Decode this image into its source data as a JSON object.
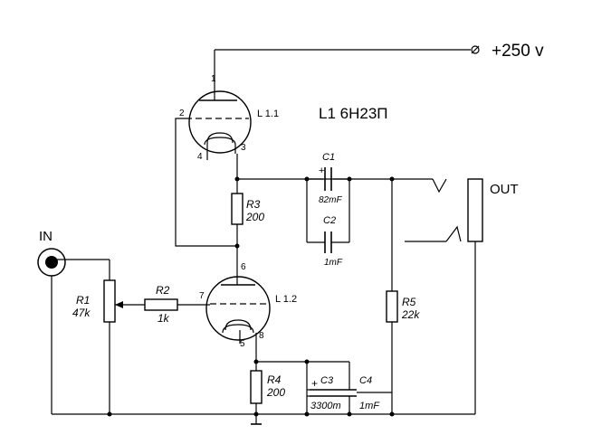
{
  "supply": {
    "label": "+250 v"
  },
  "tube_title": "L1 6H23П",
  "tubes": {
    "upper": {
      "name": "L 1.1",
      "pins": [
        "1",
        "2",
        "3",
        "4"
      ]
    },
    "lower": {
      "name": "L 1.2",
      "pins": [
        "6",
        "7",
        "5",
        "8"
      ]
    }
  },
  "input": {
    "label": "IN"
  },
  "output": {
    "label": "OUT"
  },
  "resistors": [
    {
      "ref": "R1",
      "value": "47k"
    },
    {
      "ref": "R2",
      "value": "1k"
    },
    {
      "ref": "R3",
      "value": "200"
    },
    {
      "ref": "R4",
      "value": "200"
    },
    {
      "ref": "R5",
      "value": "22k"
    }
  ],
  "capacitors": [
    {
      "ref": "C1",
      "value": "82mF",
      "polarity": "+"
    },
    {
      "ref": "C2",
      "value": "1mF"
    },
    {
      "ref": "C3",
      "value": "3300m",
      "polarity": "+"
    },
    {
      "ref": "C4",
      "value": "1mF"
    }
  ]
}
